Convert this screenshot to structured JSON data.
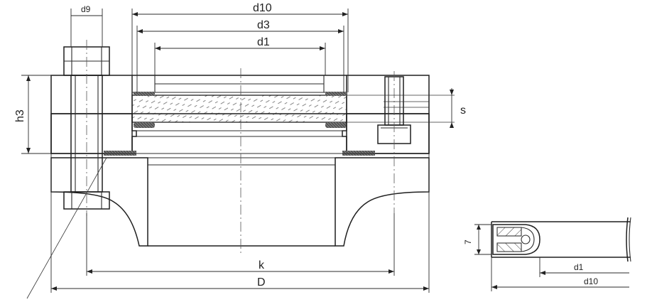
{
  "labels": {
    "d9": "d9",
    "d10": "d10",
    "d3": "d3",
    "d1": "d1",
    "h3": "h3",
    "s": "s",
    "k": "k",
    "D": "D",
    "seal_height": "7",
    "detail_d1": "d1",
    "detail_d10": "d10"
  }
}
